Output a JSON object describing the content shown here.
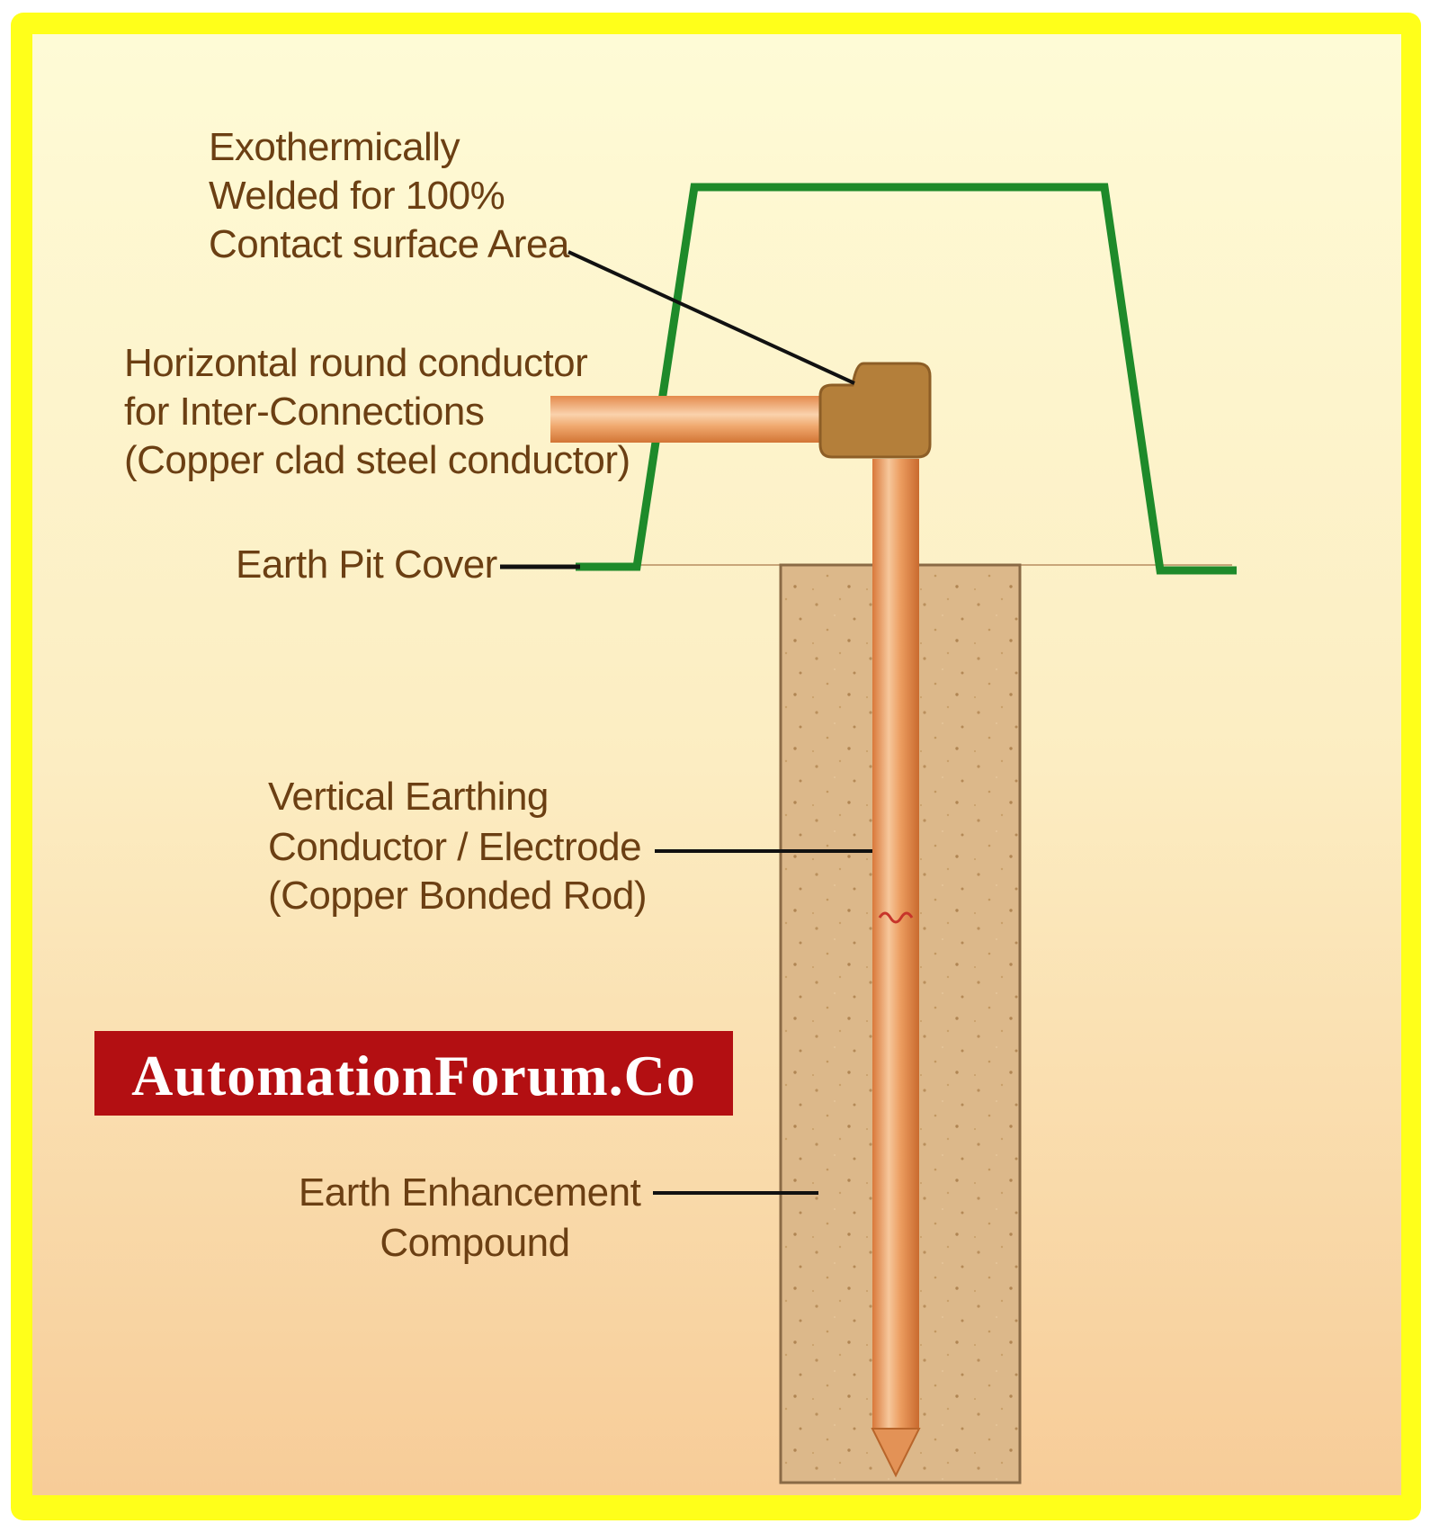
{
  "labels": {
    "weld": [
      "Exothermically",
      "Welded for 100%",
      "Contact surface Area"
    ],
    "horizontal_conductor": [
      "Horizontal round conductor",
      "for Inter-Connections",
      "(Copper clad steel conductor)"
    ],
    "pit_cover": "Earth Pit Cover",
    "vertical_electrode": [
      "Vertical Earthing",
      "Conductor / Electrode",
      "(Copper Bonded Rod)"
    ],
    "compound": [
      "Earth Enhancement",
      "Compound"
    ]
  },
  "watermark": "AutomationForum.Co",
  "colors": {
    "frame": "#ffff1a",
    "background_top": "#fefbd6",
    "background_bottom": "#f7cc98",
    "cover_line": "#1e8a2a",
    "pit_fill": "#dcb88a",
    "copper": "#e79a5c",
    "weld_joint": "#b47f3a",
    "leader_line": "#111111",
    "label_text": "#6b3f13",
    "watermark_bg": "#b30f12",
    "watermark_text": "#ffffff"
  }
}
